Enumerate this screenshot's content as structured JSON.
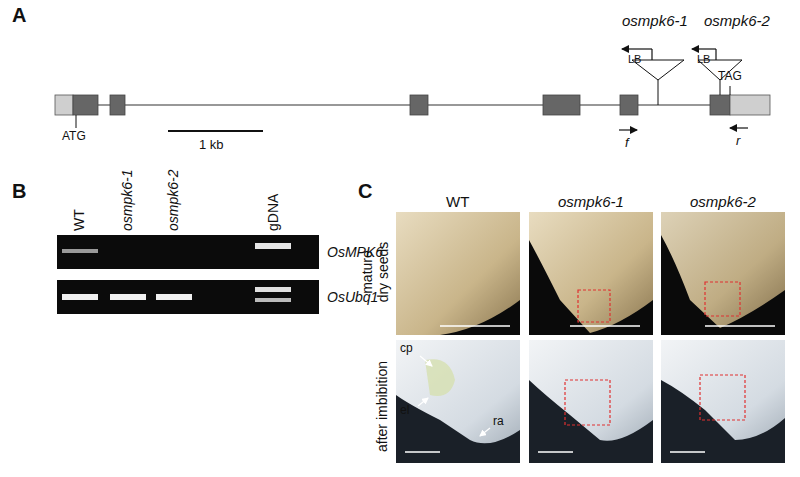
{
  "diagram": {
    "labels": [
      "A",
      "osmpk6-1",
      "osmpk6-2",
      "LB",
      "LB",
      "TAG",
      "ATG",
      "1 kb",
      "f",
      "r",
      "B",
      "WT",
      "osmpk6-1",
      "osmpk6-2",
      "gDNA",
      "OsMPK6",
      "OsUbq1",
      "C",
      "WT",
      "osmpk6-1",
      "osmpk6-2",
      "mature dry seeds",
      "after imbibition",
      "cp",
      "el",
      "ra"
    ]
  }
}
